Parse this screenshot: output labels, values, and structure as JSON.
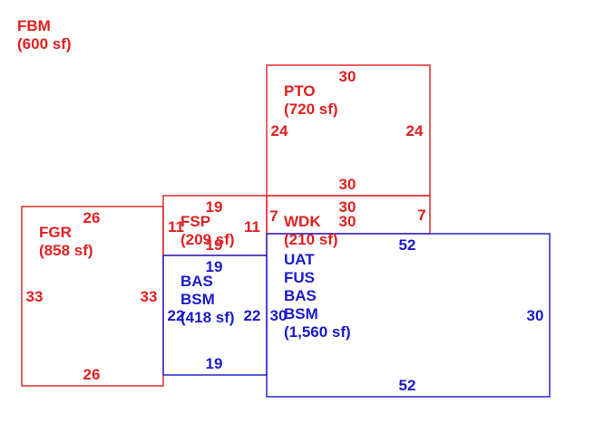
{
  "colors": {
    "red": "#e02020",
    "blue": "#1a1acc"
  },
  "fbm": {
    "code": "FBM",
    "area": "(600 sf)"
  },
  "pto": {
    "code": "PTO",
    "area": "(720 sf)",
    "top": "30",
    "left": "24",
    "right": "24",
    "bottom": "30"
  },
  "fgr": {
    "code": "FGR",
    "area": "(858 sf)",
    "top": "26",
    "left": "33",
    "right": "33",
    "bottom": "26"
  },
  "fsp": {
    "code": "FSP",
    "area": "(209 sf)",
    "top": "19",
    "left": "11",
    "right": "11",
    "bottom": "19"
  },
  "wdk": {
    "code": "WDK",
    "area": "(210 sf)",
    "top": "30",
    "left": "7",
    "right": "7",
    "bottom": "30"
  },
  "bas_small": {
    "codes": [
      "BAS",
      "BSM"
    ],
    "area": "(418 sf)",
    "top": "19",
    "left": "22",
    "right": "22",
    "bottom": "19"
  },
  "main": {
    "codes": [
      "UAT",
      "FUS",
      "BAS",
      "BSM"
    ],
    "area": "(1,560 sf)",
    "top": "52",
    "left": "30",
    "right": "30",
    "bottom": "52"
  }
}
